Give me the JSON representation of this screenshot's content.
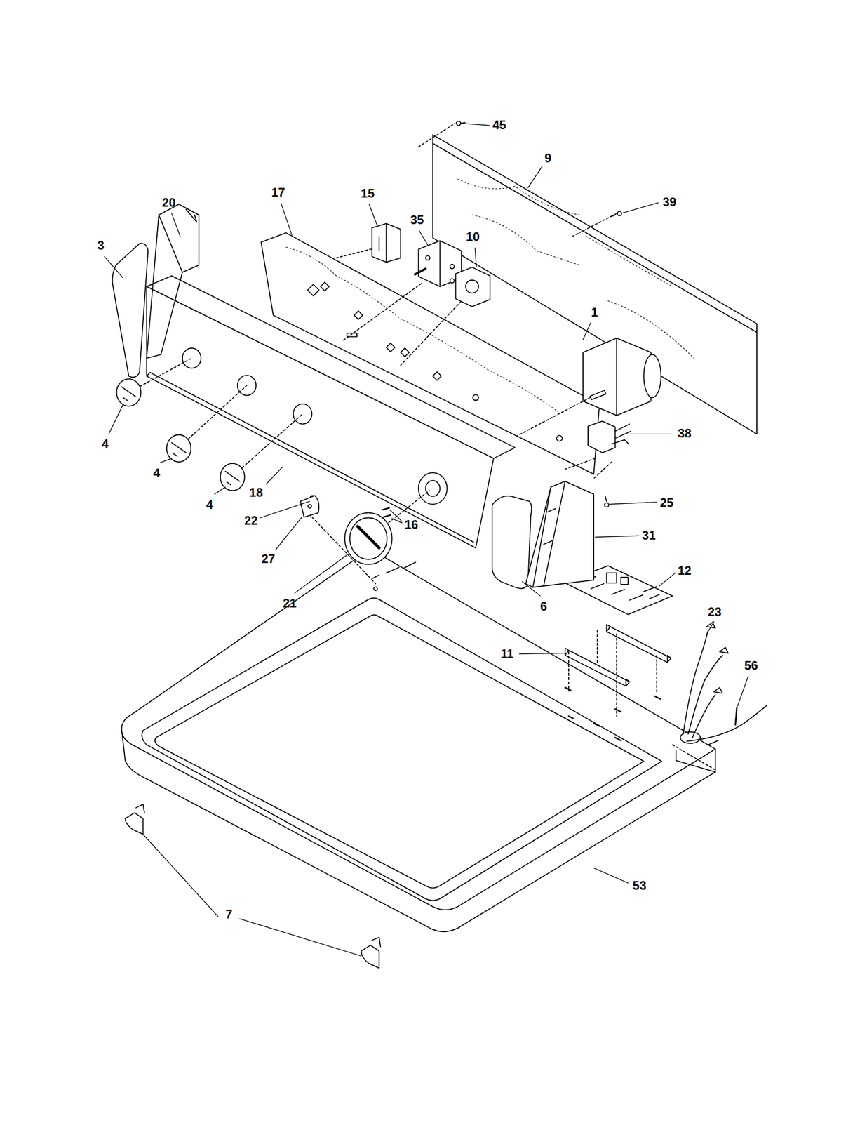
{
  "diagram": {
    "labels": [
      "45",
      "9",
      "39",
      "17",
      "15",
      "20",
      "35",
      "10",
      "3",
      "1",
      "4",
      "4",
      "38",
      "18",
      "4",
      "25",
      "22",
      "16",
      "27",
      "31",
      "21",
      "6",
      "12",
      "23",
      "11",
      "56",
      "53",
      "7"
    ]
  }
}
